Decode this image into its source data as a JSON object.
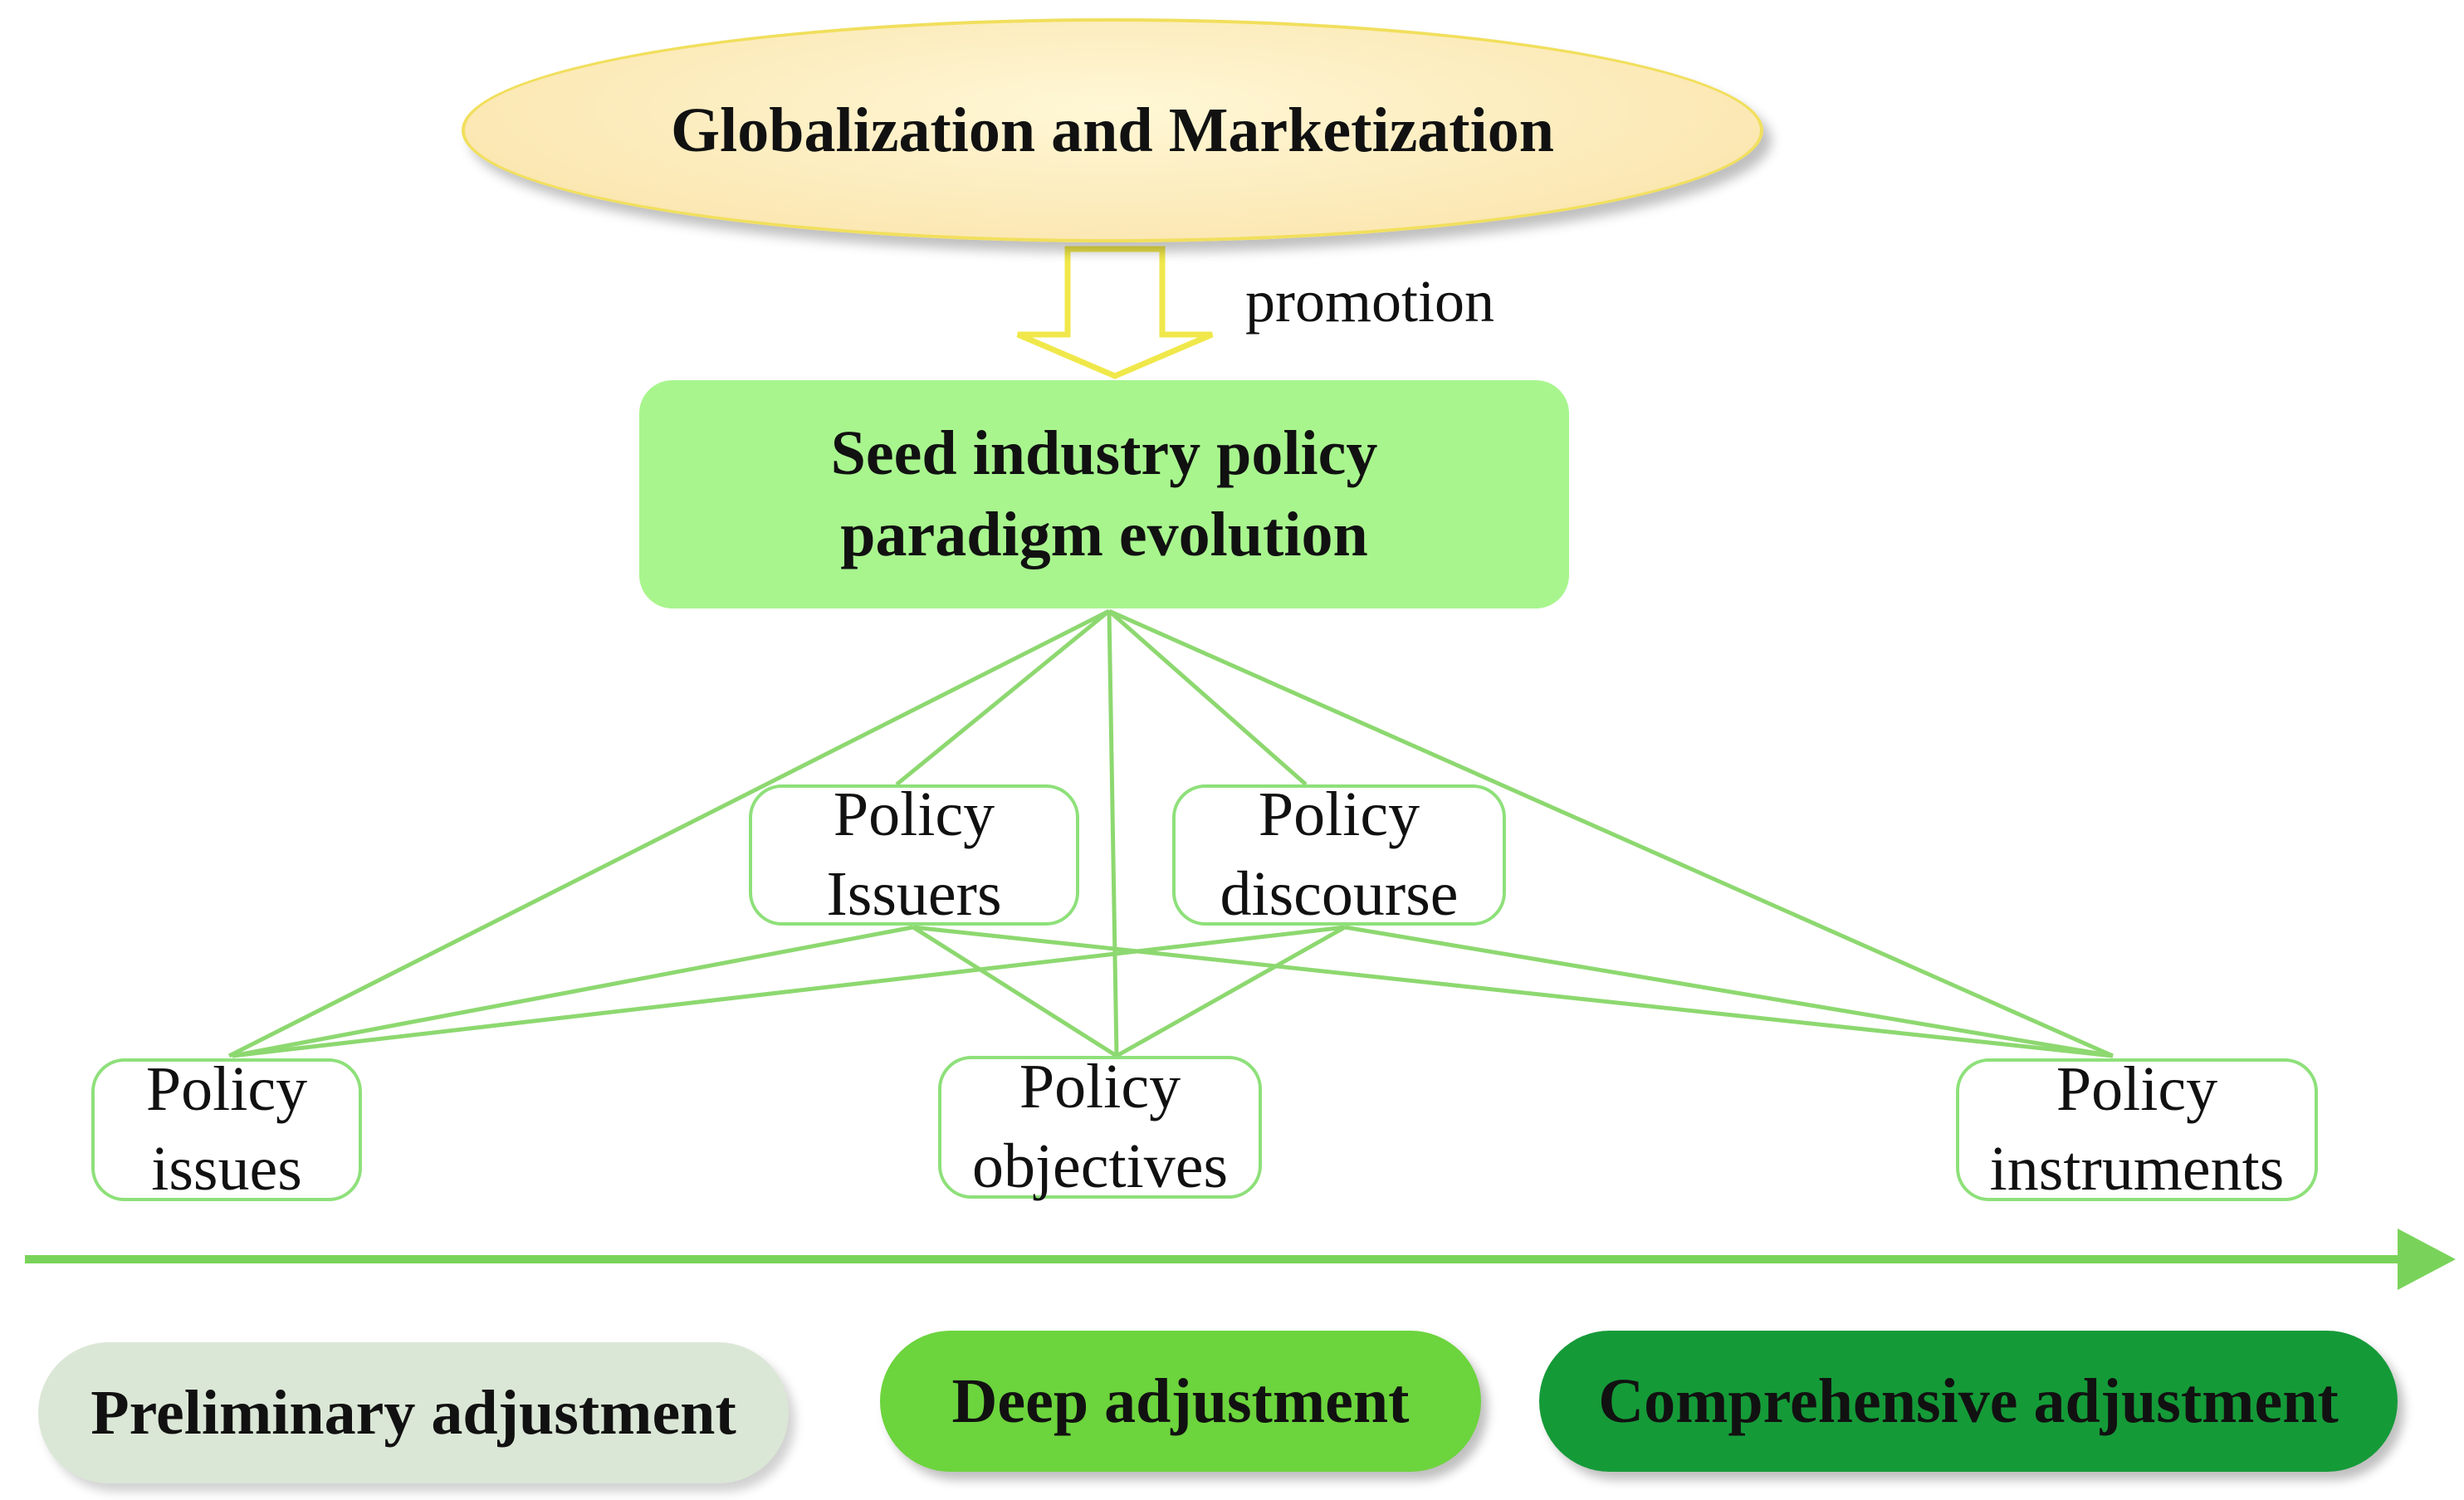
{
  "top": {
    "label": "Globalization and Marketization"
  },
  "arrow": {
    "label": "promotion"
  },
  "center": {
    "line1": "Seed industry policy",
    "line2": "paradigm evolution"
  },
  "policy_nodes": [
    {
      "id": "issuers",
      "line1": "Policy",
      "line2": "Issuers"
    },
    {
      "id": "discourse",
      "line1": "Policy",
      "line2": "discourse"
    },
    {
      "id": "issues",
      "line1": "Policy",
      "line2": "issues"
    },
    {
      "id": "objectives",
      "line1": "Policy",
      "line2": "objectives"
    },
    {
      "id": "instruments",
      "line1": "Policy",
      "line2": "instruments"
    }
  ],
  "stages": [
    {
      "label": "Preliminary adjustment"
    },
    {
      "label": "Deep adjustment"
    },
    {
      "label": "Comprehensive adjustment"
    }
  ],
  "colors": {
    "connector_green": "#8dd870",
    "timeline_green": "#79d35a",
    "promotion_arrow": "#f0e84a",
    "center_fill": "#a8f58e"
  }
}
